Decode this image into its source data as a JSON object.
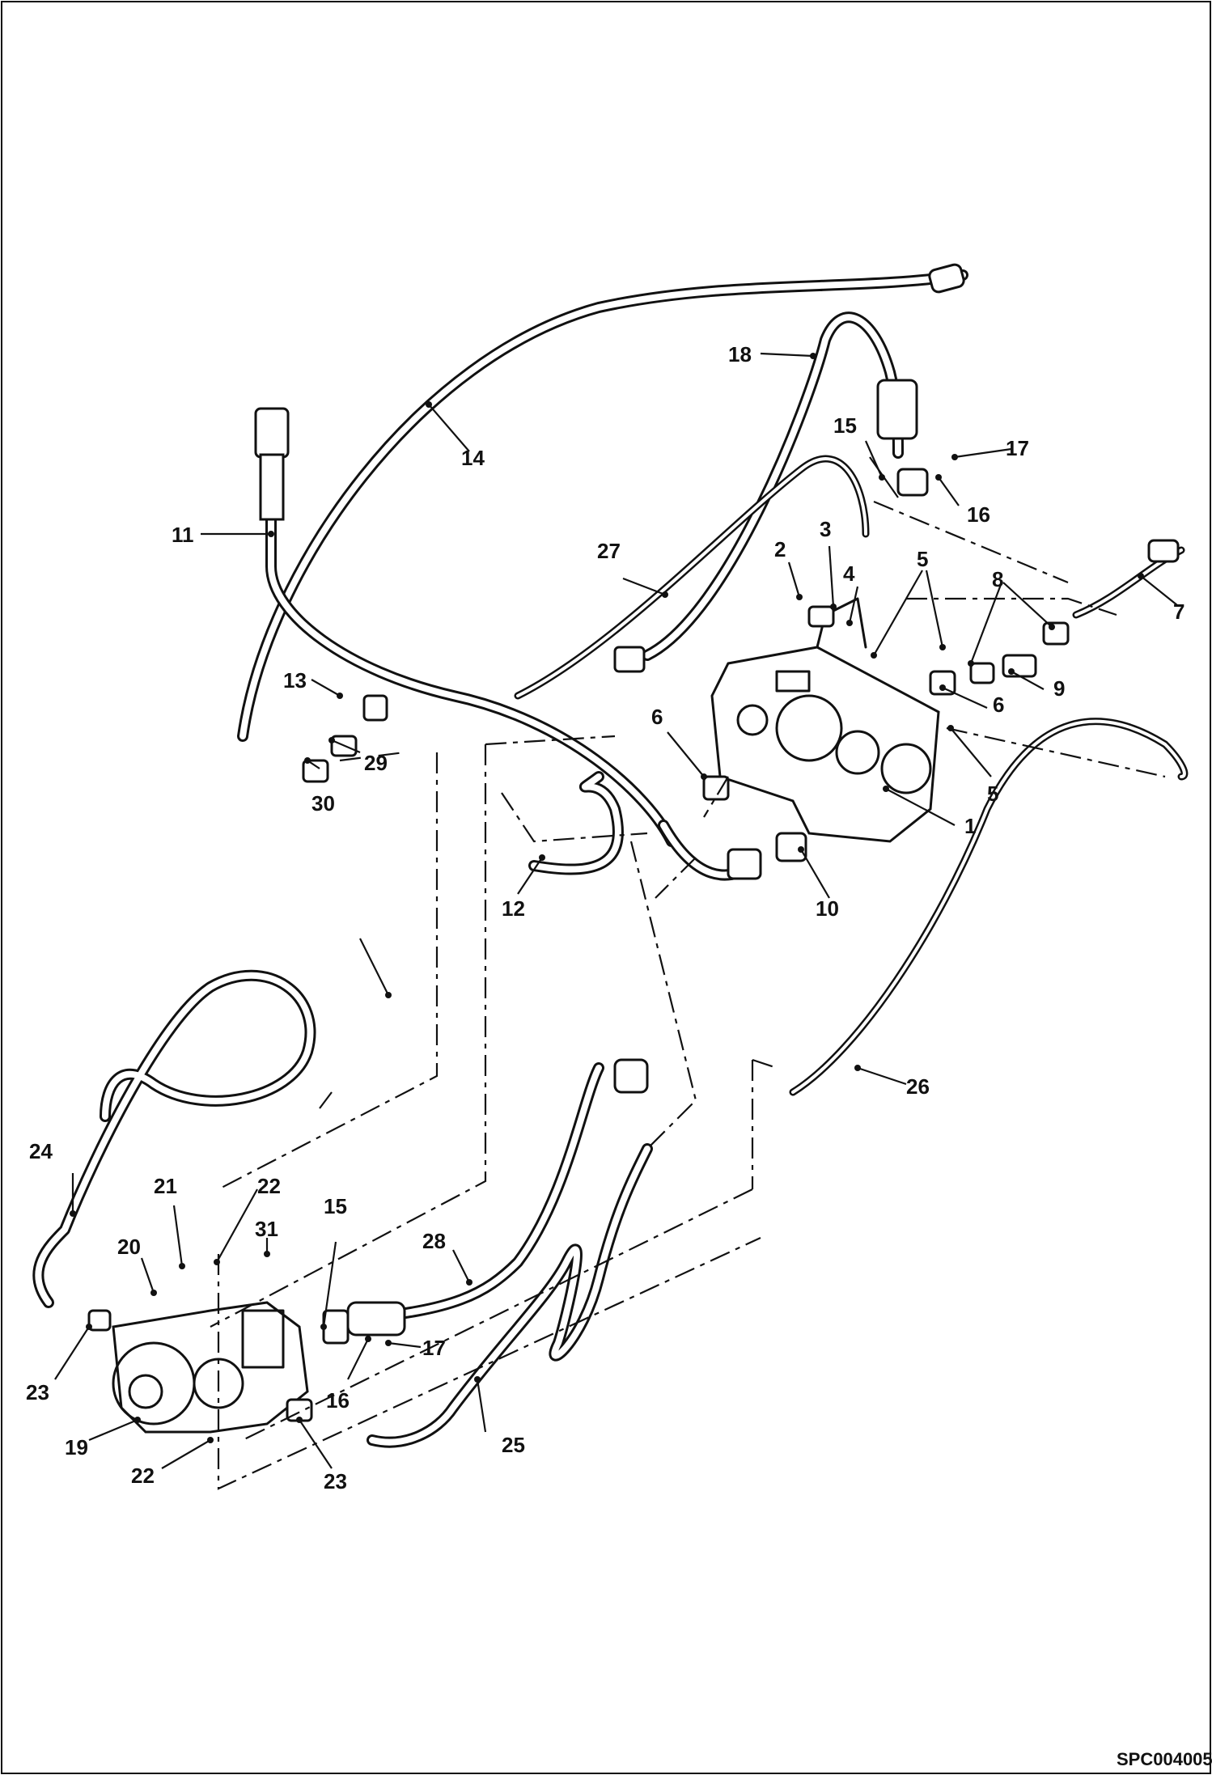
{
  "figure": {
    "drawing_code": "SPC004005",
    "callouts": {
      "c1": "1",
      "c2": "2",
      "c3": "3",
      "c4": "4",
      "c5a": "5",
      "c5b": "5",
      "c6a": "6",
      "c6b": "6",
      "c7": "7",
      "c8": "8",
      "c9": "9",
      "c10": "10",
      "c11": "11",
      "c12": "12",
      "c13": "13",
      "c14": "14",
      "c15a": "15",
      "c15b": "15",
      "c16a": "16",
      "c16b": "16",
      "c17a": "17",
      "c17b": "17",
      "c18": "18",
      "c19": "19",
      "c20": "20",
      "c21": "21",
      "c22a": "22",
      "c22b": "22",
      "c23a": "23",
      "c23b": "23",
      "c24": "24",
      "c25": "25",
      "c26": "26",
      "c27": "27",
      "c28": "28",
      "c29": "29",
      "c30": "30",
      "c31": "31"
    }
  }
}
